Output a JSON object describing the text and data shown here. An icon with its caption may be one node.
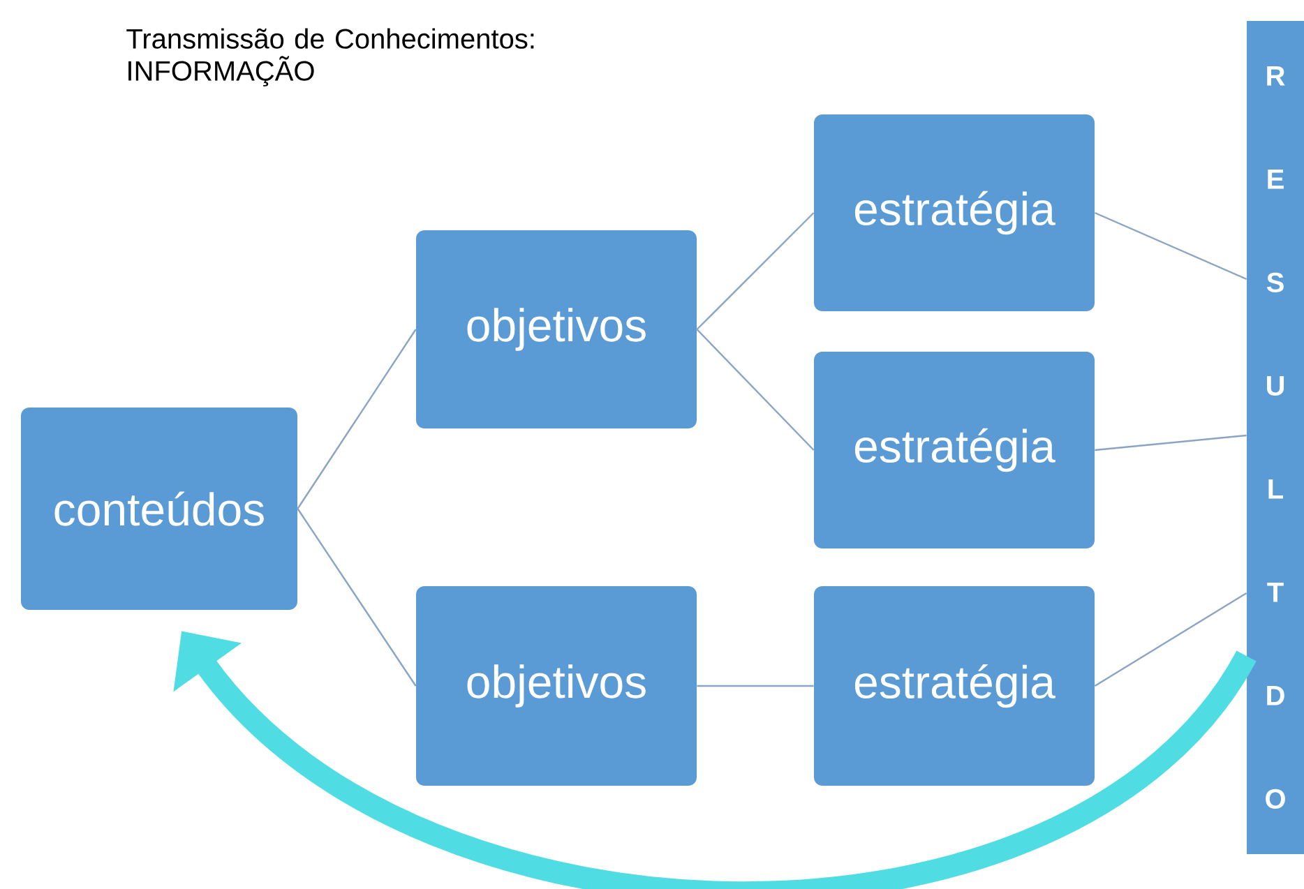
{
  "diagram": {
    "title": "Transmissão de Conhecimentos: INFORMAÇÃO",
    "nodes": [
      {
        "text": [
          "conteúdos"
        ]
      },
      {
        "text": [
          "objetivos"
        ]
      },
      {
        "text": [
          "objetivos"
        ]
      },
      {
        "text": [
          "estratégia"
        ]
      },
      {
        "text": [
          "estratégia"
        ]
      },
      {
        "text": [
          "estratégia"
        ]
      },
      {
        "text": [
          "R E S U L T D O"
        ]
      }
    ],
    "edges": [
      {
        "from": 0,
        "to": 1,
        "arrow": "none"
      },
      {
        "from": 0,
        "to": 2,
        "arrow": "none"
      },
      {
        "from": 1,
        "to": 3,
        "arrow": "none"
      },
      {
        "from": 1,
        "to": 4,
        "arrow": "none"
      },
      {
        "from": 2,
        "to": 5,
        "arrow": "none"
      },
      {
        "from": 3,
        "to": 6,
        "arrow": "none"
      },
      {
        "from": 4,
        "to": 6,
        "arrow": "none"
      },
      {
        "from": 5,
        "to": 6,
        "arrow": "none"
      },
      {
        "from": 6,
        "to": 0,
        "arrow": "to",
        "style": "thick",
        "color": "#4fdde3"
      }
    ]
  }
}
